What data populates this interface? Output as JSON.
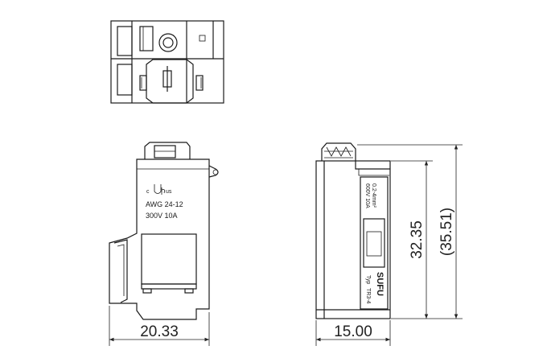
{
  "drawing": {
    "side_label": {
      "awg": "AWG 24-12",
      "rating": "300V 10A",
      "cert_prefix": "c",
      "cert_suffix": "us"
    },
    "front_label": {
      "wire_range": "0.2-4mm²",
      "rating": "600V 10A",
      "brand": "SUFU",
      "type_prefix": "Typ",
      "type_code": "TR3-4"
    },
    "dimensions": {
      "side_width": "20.33",
      "front_width": "15.00",
      "height_body": "32.35",
      "height_total": "(35.51)"
    }
  }
}
